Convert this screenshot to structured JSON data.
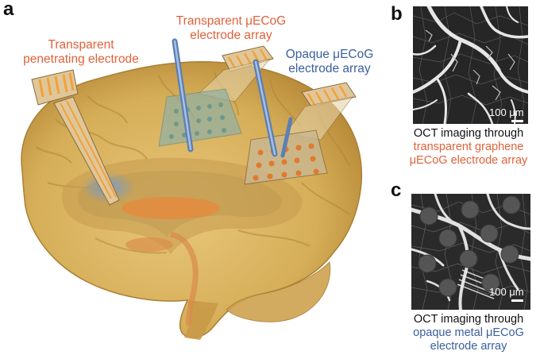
{
  "panels": {
    "a": "a",
    "b": "b",
    "c": "c"
  },
  "labels": {
    "penetrating": [
      "Transparent",
      "penetrating electrode"
    ],
    "transparent_ecog": [
      "Transparent μECoG",
      "electrode array"
    ],
    "opaque_ecog": [
      "Opaque μECoG",
      "electrode array"
    ]
  },
  "captions": {
    "b": [
      "OCT imaging through",
      "transparent graphene",
      "μECoG electrode array"
    ],
    "c": [
      "OCT imaging through",
      "opaque metal μECoG",
      "electrode array"
    ]
  },
  "scale_bar": "100 μm",
  "colors": {
    "orange_text": "#e0623a",
    "blue_text": "#3a5fa0",
    "brain": "#d9b25e",
    "electrode_orange": "#f0a23a",
    "probe_blue": "#7d9cc8"
  }
}
